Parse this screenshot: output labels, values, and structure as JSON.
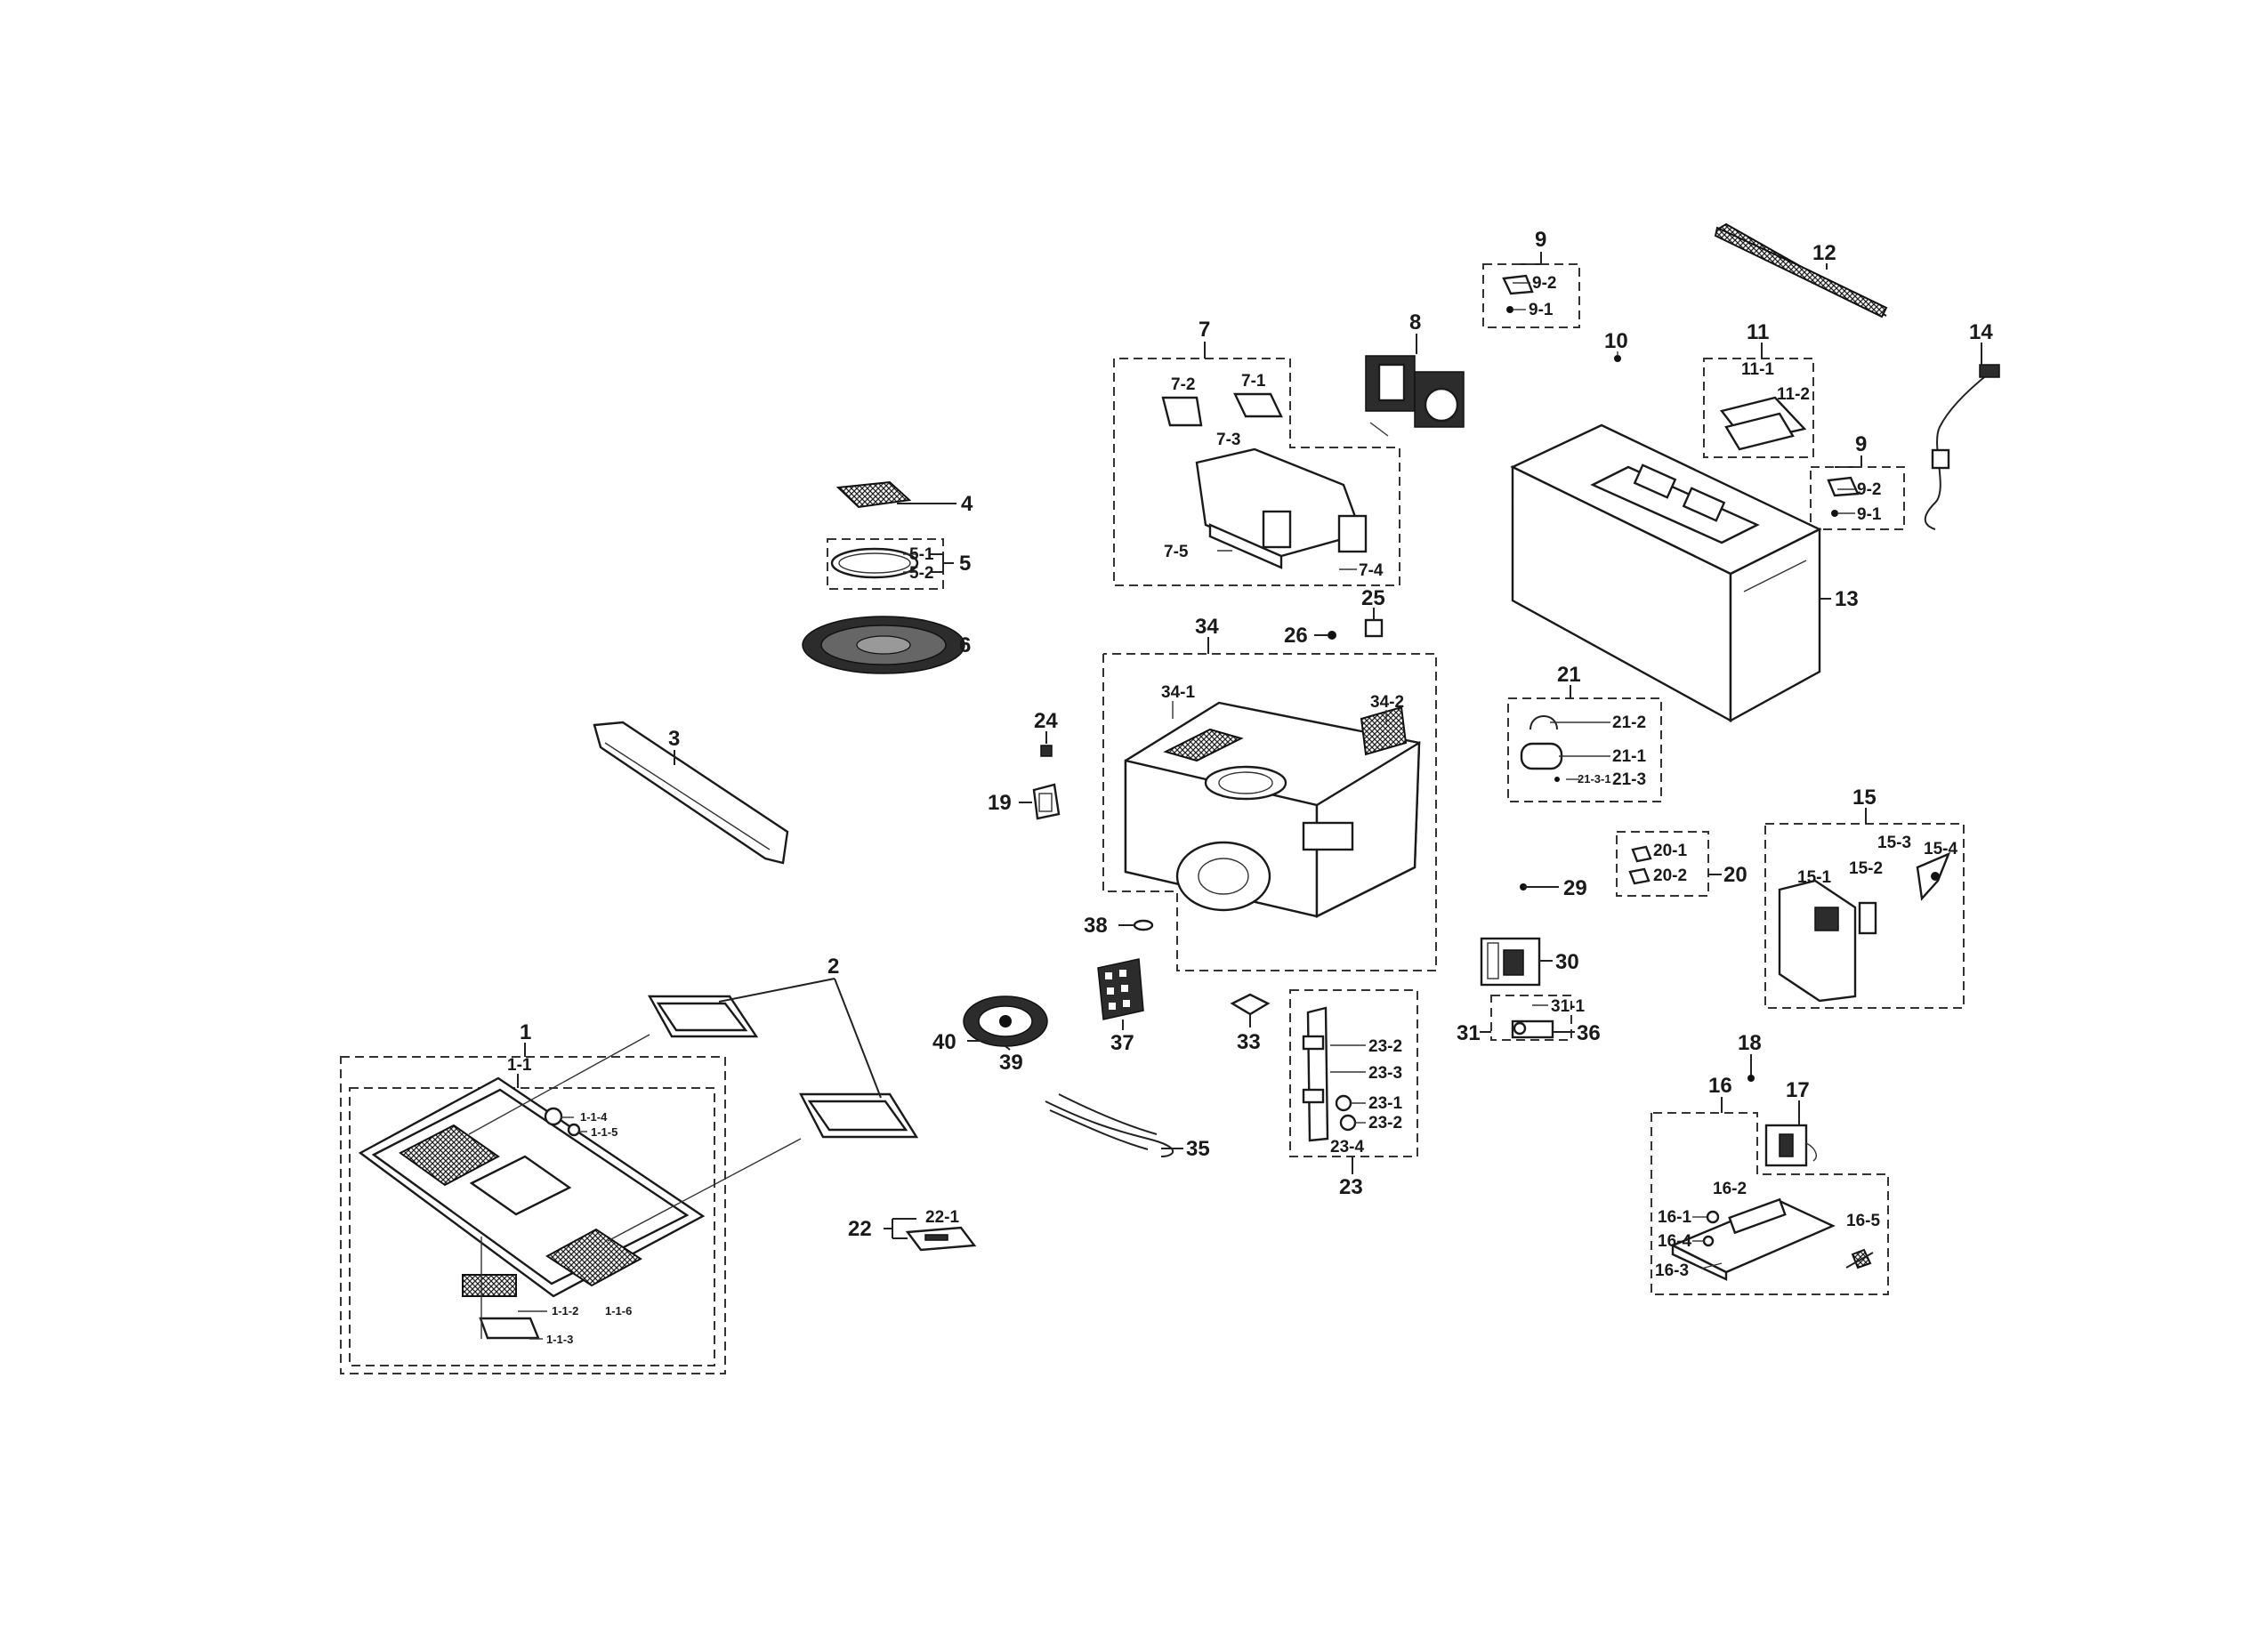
{
  "labels": {
    "p1": "1",
    "p1_1": "1-1",
    "p1_1_2": "1-1-2",
    "p1_1_3": "1-1-3",
    "p1_1_4": "1-1-4",
    "p1_1_5": "1-1-5",
    "p1_1_6": "1-1-6",
    "p2": "2",
    "p3": "3",
    "p4": "4",
    "p5": "5",
    "p5_1": "5-1",
    "p5_2": "5-2",
    "p6": "6",
    "p7": "7",
    "p7_1": "7-1",
    "p7_2": "7-2",
    "p7_3": "7-3",
    "p7_4": "7-4",
    "p7_5": "7-5",
    "p8": "8",
    "p9a": "9",
    "p9_1a": "9-1",
    "p9_2a": "9-2",
    "p9b": "9",
    "p9_1b": "9-1",
    "p9_2b": "9-2",
    "p10": "10",
    "p11": "11",
    "p11_1": "11-1",
    "p11_2": "11-2",
    "p12": "12",
    "p13": "13",
    "p14": "14",
    "p15": "15",
    "p15_1": "15-1",
    "p15_2": "15-2",
    "p15_3": "15-3",
    "p15_4": "15-4",
    "p16": "16",
    "p16_1": "16-1",
    "p16_2": "16-2",
    "p16_3": "16-3",
    "p16_4": "16-4",
    "p16_5": "16-5",
    "p17": "17",
    "p18": "18",
    "p19": "19",
    "p20": "20",
    "p20_1": "20-1",
    "p20_2": "20-2",
    "p21": "21",
    "p21_1": "21-1",
    "p21_2": "21-2",
    "p21_3": "21-3",
    "p21_3_1": "21-3-1",
    "p22": "22",
    "p22_1": "22-1",
    "p23": "23",
    "p23_1": "23-1",
    "p23_2a": "23-2",
    "p23_2b": "23-2",
    "p23_3": "23-3",
    "p23_4": "23-4",
    "p24": "24",
    "p25": "25",
    "p26": "26",
    "p29": "29",
    "p30": "30",
    "p31": "31",
    "p31_1": "31-1",
    "p33": "33",
    "p34": "34",
    "p34_1": "34-1",
    "p34_2": "34-2",
    "p35": "35",
    "p36": "36",
    "p37": "37",
    "p38": "38",
    "p39": "39",
    "p40": "40"
  }
}
